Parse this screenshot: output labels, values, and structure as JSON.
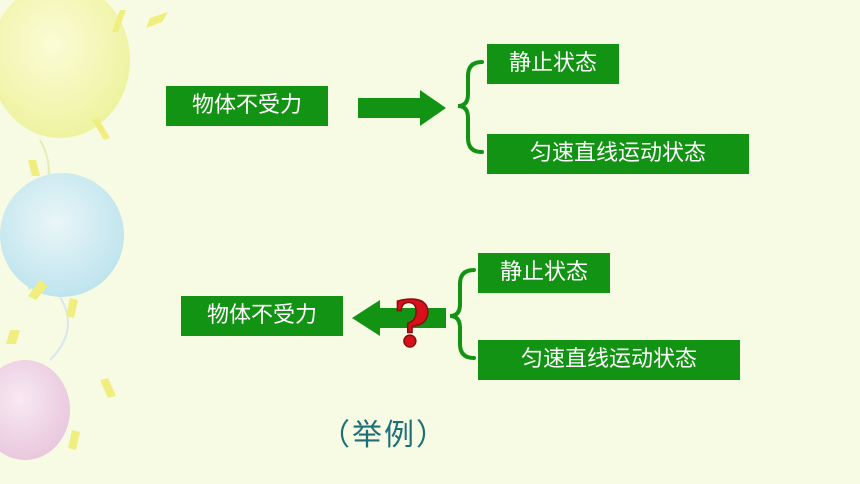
{
  "diagram_top": {
    "source": "物体不受力",
    "results": [
      "静止状态",
      "匀速直线运动状态"
    ]
  },
  "diagram_bottom": {
    "target": "物体不受力",
    "question_mark": "?",
    "conditions": [
      "静止状态",
      "匀速直线运动状态"
    ]
  },
  "example_label": "（举例）",
  "colors": {
    "box_fill": "#139313",
    "box_text": "#ffffff",
    "arrow": "#139313",
    "question": "#d8101a",
    "background": "#f7fbe3",
    "example_text": "#1f6f7a"
  }
}
